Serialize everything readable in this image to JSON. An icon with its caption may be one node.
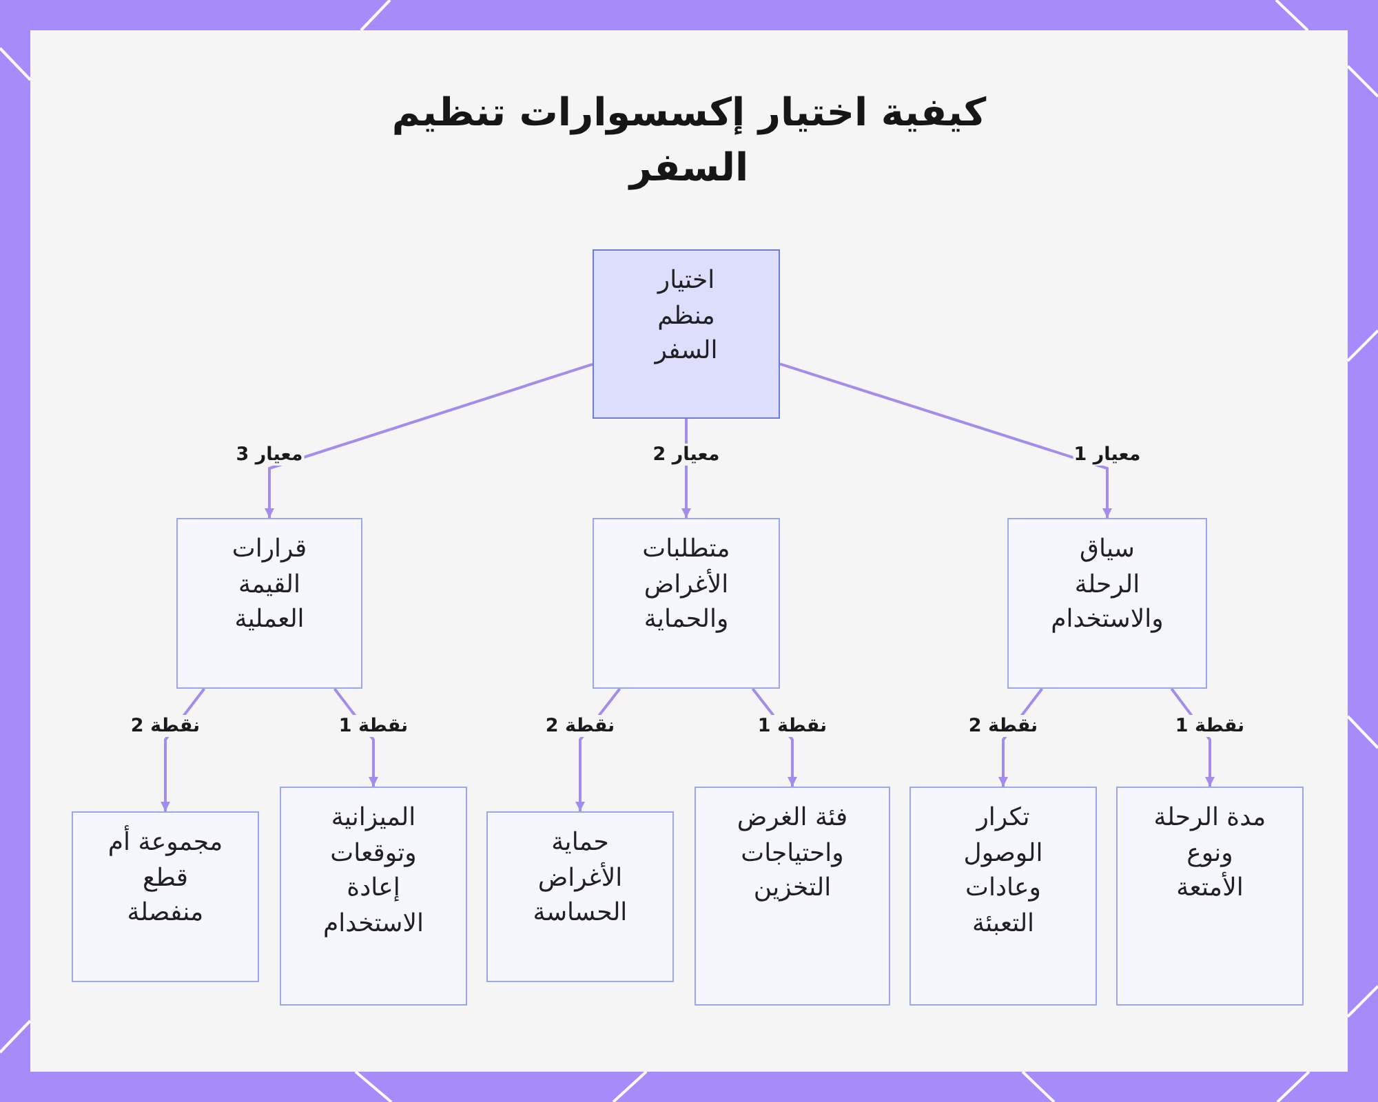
{
  "diagram": {
    "title": "كيفية اختيار إكسسوارات تنظيم السفر",
    "nodes": [
      {
        "text": [
          "اختيار منظم السفر"
        ]
      },
      {
        "text": [
          "سياق الرحلة والاستخدام"
        ]
      },
      {
        "text": [
          "متطلبات الأغراض والحماية"
        ]
      },
      {
        "text": [
          "قرارات القيمة العملية"
        ]
      },
      {
        "text": [
          "مدة الرحلة ونوع الأمتعة"
        ]
      },
      {
        "text": [
          "تكرار الوصول وعادات التعبئة"
        ]
      },
      {
        "text": [
          "فئة الغرض واحتياجات التخزين"
        ]
      },
      {
        "text": [
          "حماية الأغراض الحساسة"
        ]
      },
      {
        "text": [
          "الميزانية وتوقعات إعادة الاستخدام"
        ]
      },
      {
        "text": [
          "مجموعة أم قطع منفصلة"
        ]
      }
    ],
    "edges": [
      {
        "from": 0,
        "to": 1,
        "arrow": "to",
        "label": "معيار 1"
      },
      {
        "from": 0,
        "to": 2,
        "arrow": "to",
        "label": "معيار 2"
      },
      {
        "from": 0,
        "to": 3,
        "arrow": "to",
        "label": "معيار 3"
      },
      {
        "from": 1,
        "to": 4,
        "arrow": "to",
        "label": "نقطة 1"
      },
      {
        "from": 1,
        "to": 5,
        "arrow": "to",
        "label": "نقطة 2"
      },
      {
        "from": 2,
        "to": 6,
        "arrow": "to",
        "label": "نقطة 1"
      },
      {
        "from": 2,
        "to": 7,
        "arrow": "to",
        "label": "نقطة 2"
      },
      {
        "from": 3,
        "to": 8,
        "arrow": "to",
        "label": "نقطة 1"
      },
      {
        "from": 3,
        "to": 9,
        "arrow": "to",
        "label": "نقطة 2"
      }
    ]
  }
}
